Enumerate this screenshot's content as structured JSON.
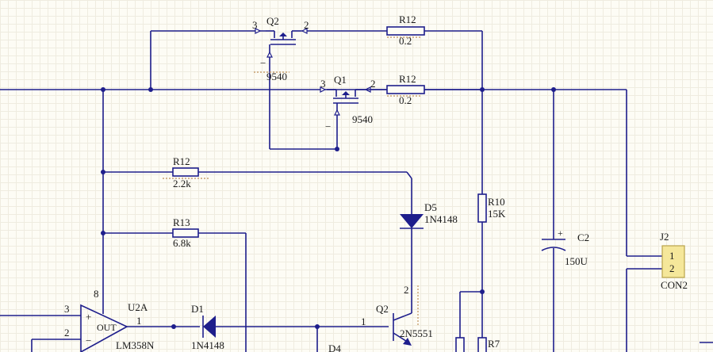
{
  "components": {
    "q2_top": {
      "designator": "Q2",
      "value": "9540",
      "pin_left": "3",
      "pin_right": "2"
    },
    "q1": {
      "designator": "Q1",
      "value": "9540",
      "pin_left": "3",
      "pin_right": "2"
    },
    "r12_top": {
      "designator": "R12",
      "value": "0.2"
    },
    "r12_mid": {
      "designator": "R12",
      "value": "0.2"
    },
    "r12_low": {
      "designator": "R12",
      "value": "2.2k"
    },
    "r13": {
      "designator": "R13",
      "value": "6.8k"
    },
    "d5": {
      "designator": "D5",
      "value": "1N4148"
    },
    "r10": {
      "designator": "R10",
      "value": "15K"
    },
    "c2": {
      "designator": "C2",
      "value": "150U"
    },
    "j2": {
      "designator": "J2",
      "pin1": "1",
      "pin2": "2",
      "value": "CON2"
    },
    "u2a": {
      "designator": "U2A",
      "value": "LM358N",
      "out_label": "OUT",
      "pin_plus": "3",
      "pin_minus": "2",
      "pin_out": "1",
      "pin_vcc": "8"
    },
    "d1": {
      "designator": "D1",
      "value": "1N4148"
    },
    "q2_bjt": {
      "designator": "Q2",
      "value": "2N5551",
      "pin_base": "1",
      "pin_collector": "2"
    },
    "d4": {
      "designator": "D4"
    },
    "r7": {
      "designator": "R7"
    }
  },
  "symbols": {
    "plus": "+",
    "minus": "−",
    "dash": "−"
  }
}
